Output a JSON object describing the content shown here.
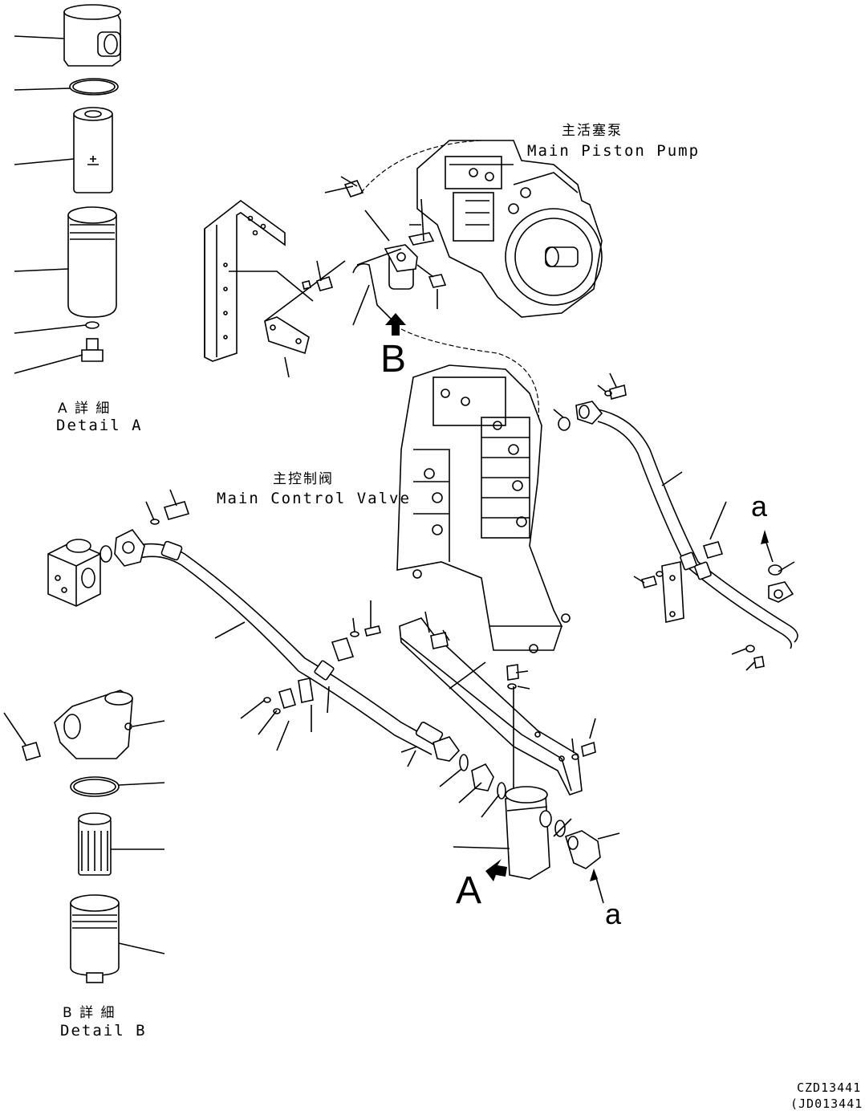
{
  "pump": {
    "label_cn": "主活塞泵",
    "label_en": "Main Piston Pump"
  },
  "valve": {
    "label_cn": "主控制阀",
    "label_en": "Main Control Valve"
  },
  "detail_a": {
    "title_cn": "A 詳 細",
    "title_en": "Detail A"
  },
  "detail_b": {
    "title_cn": "B 詳 細",
    "title_en": "Detail B"
  },
  "markers": {
    "a": "A",
    "b": "B",
    "a_small_1": "a",
    "a_small_2": "a"
  },
  "drawing_codes": {
    "czd": "CZD13441",
    "jd": "(JD013441)"
  }
}
